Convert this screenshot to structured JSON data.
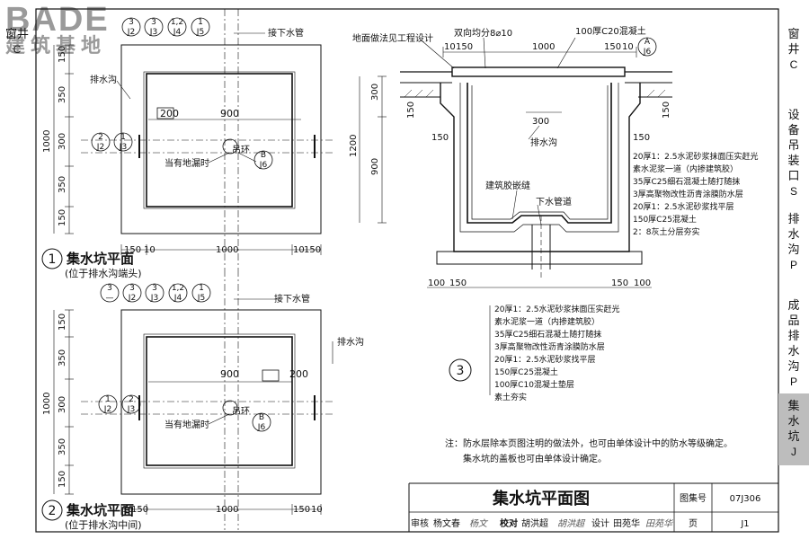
{
  "watermark": {
    "logo": "BADE",
    "site": "建筑基地"
  },
  "sidebar": {
    "groups": [
      {
        "label": "窗井",
        "code": "C",
        "highlight": false
      },
      {
        "label": "设备吊装口",
        "code": "S",
        "highlight": false
      },
      {
        "label": "排水沟",
        "code": "P",
        "highlight": false
      },
      {
        "label": "成品排水沟",
        "code": "P",
        "highlight": false
      },
      {
        "label": "集水坑",
        "code": "J",
        "highlight": true
      }
    ]
  },
  "plan1": {
    "title": "集水坑平面",
    "subtitle": "(位于排水沟端头)",
    "number": "1",
    "callouts": [
      {
        "top": "3",
        "bottom": "J2"
      },
      {
        "top": "3",
        "bottom": "J3"
      },
      {
        "top": "1,2",
        "bottom": "J4"
      },
      {
        "top": "1",
        "bottom": "J5"
      }
    ],
    "dims_left": [
      "150",
      "350",
      "300",
      "350",
      "150"
    ],
    "dim_total": "1000",
    "dims_bottom": [
      "150",
      "10",
      "1000",
      "10",
      "150"
    ],
    "dim_900": "900",
    "dim_200": "200",
    "labels": {
      "drain_pipe": "接下水管",
      "ditch": "排水沟",
      "leak": "当有地漏时",
      "ring": "吊环"
    },
    "section_callout": {
      "top": "2",
      "bottom": "J2"
    },
    "section_callout2": {
      "top": "1",
      "bottom": "J3"
    },
    "ring_callout": {
      "top": "B",
      "bottom": "J6"
    }
  },
  "plan2": {
    "title": "集水坑平面",
    "subtitle": "(位于排水沟中间)",
    "number": "2",
    "callouts": [
      {
        "top": "3",
        "bottom": "—"
      },
      {
        "top": "3",
        "bottom": "J2"
      },
      {
        "top": "3",
        "bottom": "J3"
      },
      {
        "top": "1,2",
        "bottom": "J4"
      },
      {
        "top": "1",
        "bottom": "J5"
      }
    ],
    "dims_left": [
      "150",
      "350",
      "300",
      "350",
      "150"
    ],
    "dim_total": "1000",
    "dims_bottom": [
      "10",
      "150",
      "1000",
      "150",
      "10"
    ],
    "dim_900": "900",
    "dim_200": "200",
    "labels": {
      "drain_pipe": "接下水管",
      "ditch": "排水沟",
      "leak": "当有地漏时",
      "ring": "吊环"
    },
    "section_callout": {
      "top": "1",
      "bottom": "J2"
    },
    "section_callout2": {
      "top": "2",
      "bottom": "J3"
    },
    "ring_callout": {
      "top": "B",
      "bottom": "J6"
    }
  },
  "section3": {
    "number": "3",
    "top_labels": {
      "floor": "地面做法见工程设计",
      "rebar": "双向均分8⌀10",
      "cover": "100厚C20混凝土"
    },
    "top_dims": [
      "10",
      "150",
      "1000",
      "150",
      "10"
    ],
    "cover_callout": {
      "top": "A",
      "bottom": "J6"
    },
    "left_dims": [
      "300",
      "900",
      "1200"
    ],
    "dim_150s": [
      "150",
      "150",
      "150",
      "150"
    ],
    "dim_300": "300",
    "ditch": "排水沟",
    "embed": "建筑胶嵌缝",
    "drain_pipe": "下水管道",
    "bottom_dims": [
      "100",
      "150",
      "150",
      "100"
    ],
    "wall_layers": [
      "20厚1：2.5水泥砂浆抹面压实赶光",
      "素水泥浆一道（内掺建筑胶）",
      "35厚C25细石混凝土随打随抹",
      "3厚高聚物改性沥青涂膜防水层",
      "20厚1：2.5水泥砂浆找平层",
      "150厚C25混凝土",
      "2：8灰土分层夯实"
    ],
    "floor_layers": [
      "20厚1：2.5水泥砂浆抹面压实赶光",
      "素水泥浆一道（内掺建筑胶）",
      "35厚C25细石混凝土随打随抹",
      "3厚高聚物改性沥青涂膜防水层",
      "20厚1：2.5水泥砂浆找平层",
      "150厚C25混凝土",
      "100厚C10混凝土垫层",
      "素土夯实"
    ]
  },
  "notes": {
    "prefix": "注：",
    "line1": "防水层除本页图注明的做法外，也可由单体设计中的防水等级确定。",
    "line2": "集水坑的盖板也可由单体设计确定。"
  },
  "title_block": {
    "title": "集水坑平面图",
    "atlas_label": "图集号",
    "atlas_no": "07J306",
    "page_label": "页",
    "page_no": "J1",
    "sign": [
      "审核",
      "杨文春",
      "杨文",
      "校对",
      "胡洪超",
      "胡洪超",
      "设计",
      "田苑华",
      "田苑华"
    ]
  }
}
